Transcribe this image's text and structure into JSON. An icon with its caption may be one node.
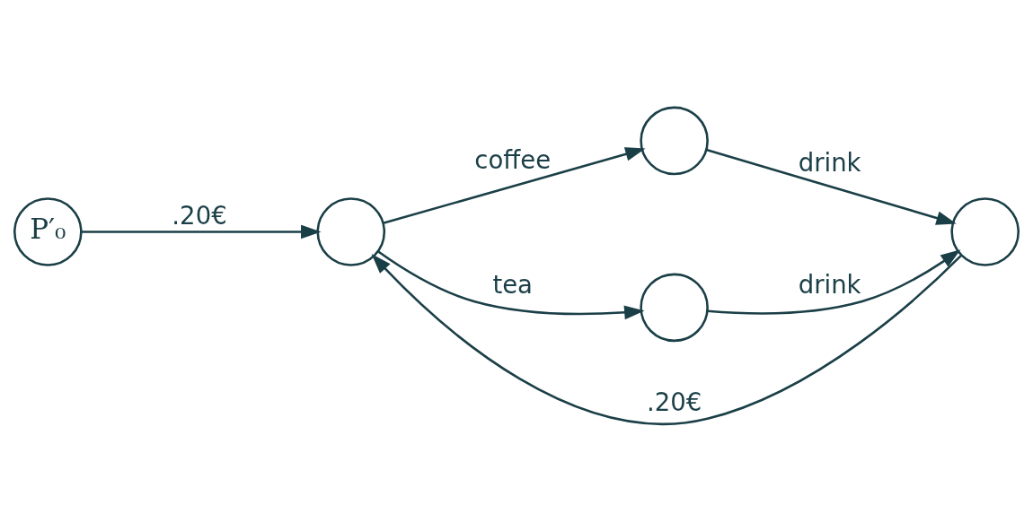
{
  "diagram": {
    "nodes": [
      {
        "text": [
          "P′₀"
        ]
      },
      {
        "text": [],
        "shape": "circle"
      },
      {
        "text": [],
        "shape": "circle"
      },
      {
        "text": [],
        "shape": "circle"
      },
      {
        "text": [],
        "shape": "circle"
      }
    ],
    "edges": [
      {
        "from": 0,
        "to": 1,
        "arrow": "to",
        "label": ".20€"
      },
      {
        "from": 1,
        "to": 2,
        "arrow": "to",
        "label": "coffee"
      },
      {
        "from": 1,
        "to": 3,
        "arrow": "to",
        "label": "tea"
      },
      {
        "from": 2,
        "to": 4,
        "arrow": "to",
        "label": "drink"
      },
      {
        "from": 3,
        "to": 4,
        "arrow": "to",
        "label": "drink"
      },
      {
        "from": 4,
        "to": 1,
        "arrow": "to",
        "label": ".20€"
      }
    ]
  }
}
